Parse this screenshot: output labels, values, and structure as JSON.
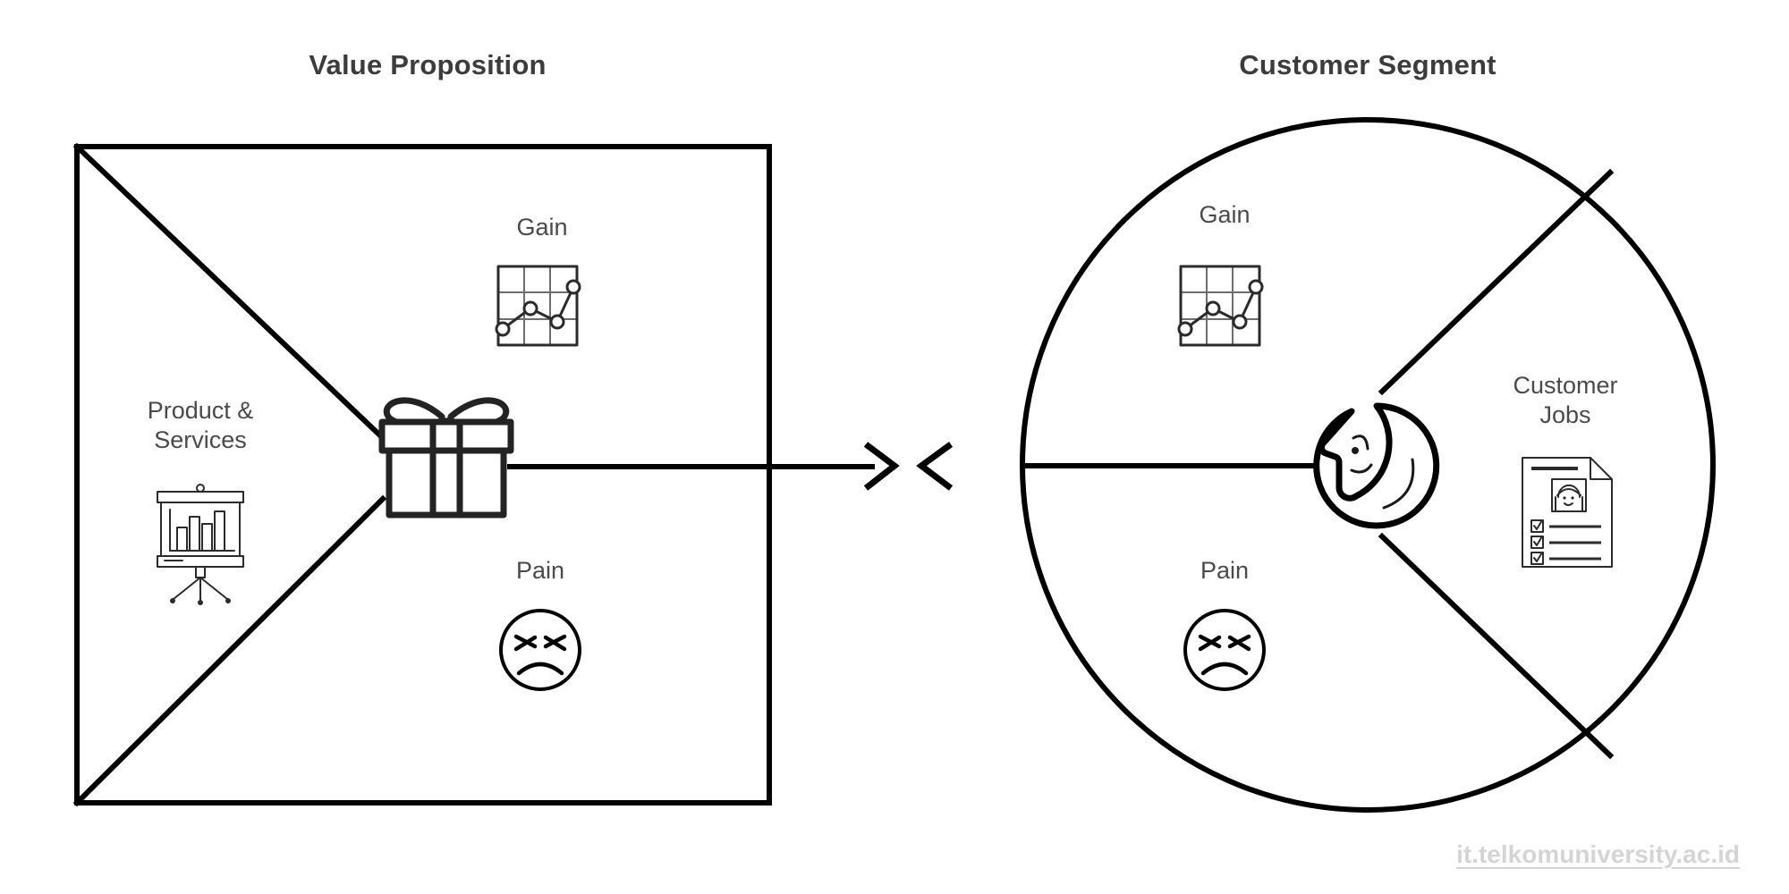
{
  "diagram": {
    "type": "value-proposition-canvas",
    "background_color": "#ffffff",
    "line_color": "#000000",
    "text_color": "#4a4a4a",
    "title_color": "#3c3c3c"
  },
  "left_panel": {
    "title": "Value Proposition",
    "shape": "square",
    "sections": [
      {
        "key": "product_services",
        "label": "Product &\nServices",
        "icon": "presentation-chart-icon",
        "position": "left"
      },
      {
        "key": "gain",
        "label": "Gain",
        "icon": "line-chart-icon",
        "position": "top-right"
      },
      {
        "key": "pain",
        "label": "Pain",
        "icon": "frowning-face-icon",
        "position": "bottom-right"
      }
    ],
    "center_icon": "gift-box-icon"
  },
  "right_panel": {
    "title": "Customer Segment",
    "shape": "circle",
    "sections": [
      {
        "key": "gain",
        "label": "Gain",
        "icon": "line-chart-icon",
        "position": "top-left"
      },
      {
        "key": "pain",
        "label": "Pain",
        "icon": "frowning-face-icon",
        "position": "bottom-left"
      },
      {
        "key": "customer_jobs",
        "label": "Customer\nJobs",
        "icon": "resume-document-icon",
        "position": "right"
      }
    ],
    "center_icon": "customer-head-icon"
  },
  "connector": {
    "left_arrow_direction": "right",
    "right_arrow_direction": "left",
    "meaning": "fit"
  },
  "footer": {
    "url": "it.telkomuniversity.ac.id"
  }
}
